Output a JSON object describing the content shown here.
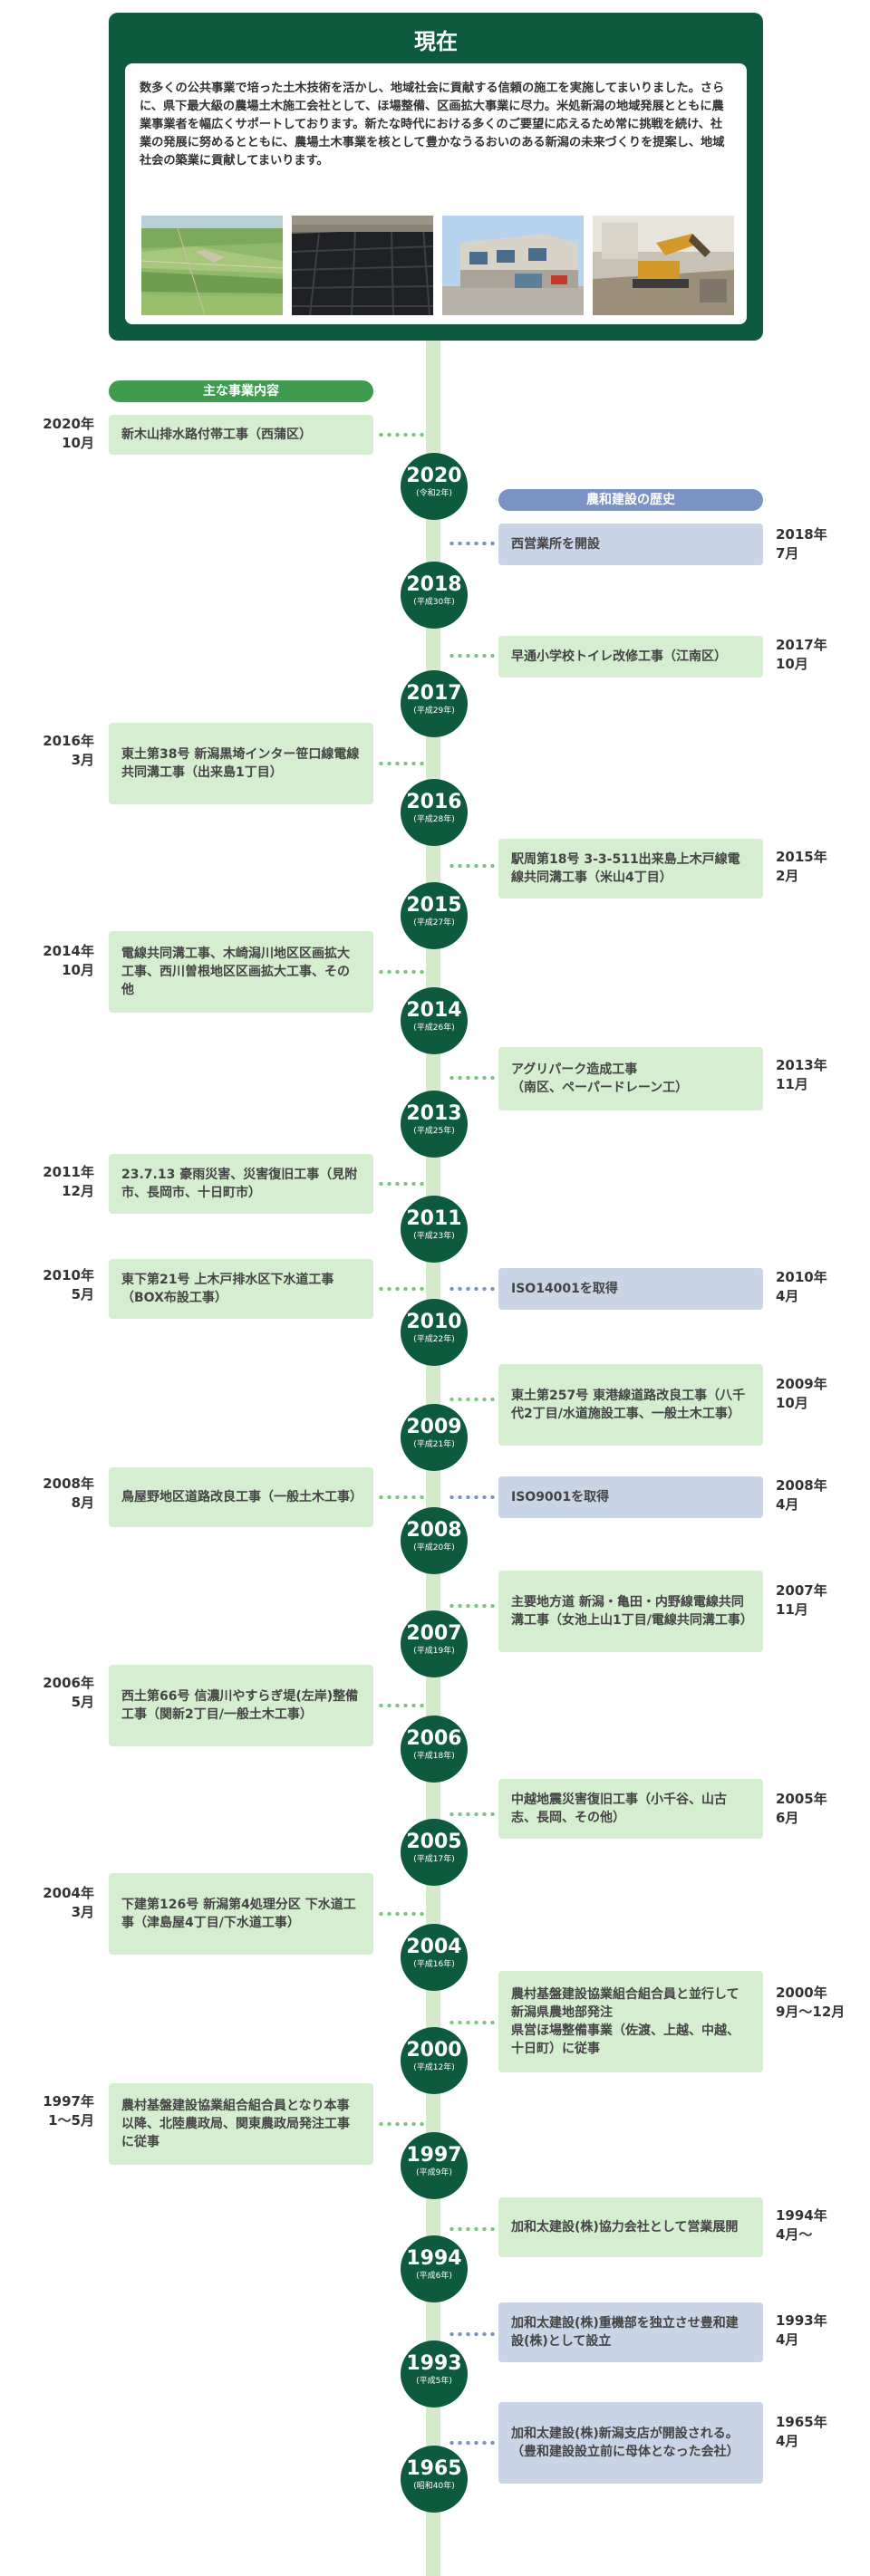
{
  "top": {
    "title": "現在",
    "text": "数多くの公共事業で培った土木技術を活かし、地域社会に貢献する信頼の施工を実施してまいりました。さらに、県下最大級の農場土木施工会社として、ほ場整備、区画拡大事業に尽力。米処新潟の地域発展とともに農業事業者を幅広くサポートしております。新たな時代における多くのご要望に応えるため常に挑戦を続け、社業の発展に努めるとともに、農場土木事業を核として豊かなうるおいのある新潟の未来づくりを提案し、地域社会の築業に貢献してまいります。"
  },
  "headers": {
    "left": "主な事業内容",
    "right": "農和建設の歴史"
  },
  "years": [
    {
      "year": "2020",
      "era": "(令和2年)"
    },
    {
      "year": "2018",
      "era": "(平成30年)"
    },
    {
      "year": "2017",
      "era": "(平成29年)"
    },
    {
      "year": "2016",
      "era": "(平成28年)"
    },
    {
      "year": "2015",
      "era": "(平成27年)"
    },
    {
      "year": "2014",
      "era": "(平成26年)"
    },
    {
      "year": "2013",
      "era": "(平成25年)"
    },
    {
      "year": "2011",
      "era": "(平成23年)"
    },
    {
      "year": "2010",
      "era": "(平成22年)"
    },
    {
      "year": "2009",
      "era": "(平成21年)"
    },
    {
      "year": "2008",
      "era": "(平成20年)"
    },
    {
      "year": "2007",
      "era": "(平成19年)"
    },
    {
      "year": "2006",
      "era": "(平成18年)"
    },
    {
      "year": "2005",
      "era": "(平成17年)"
    },
    {
      "year": "2004",
      "era": "(平成16年)"
    },
    {
      "year": "2000",
      "era": "(平成12年)"
    },
    {
      "year": "1997",
      "era": "(平成9年)"
    },
    {
      "year": "1994",
      "era": "(平成6年)"
    },
    {
      "year": "1993",
      "era": "(平成5年)"
    },
    {
      "year": "1965",
      "era": "(昭和40年)"
    }
  ],
  "left_events": [
    {
      "date": "2020年\n10月",
      "text": "新木山排水路付帯工事（西蒲区）"
    },
    {
      "date": "2016年\n3月",
      "text": "東土第38号 新潟黒埼インター笹口線電線共同溝工事（出来島1丁目）"
    },
    {
      "date": "2014年\n10月",
      "text": "電線共同溝工事、木崎潟川地区区画拡大工事、西川曽根地区区画拡大工事、その他"
    },
    {
      "date": "2011年\n12月",
      "text": "23.7.13 豪雨災害、災害復旧工事（見附市、長岡市、十日町市）"
    },
    {
      "date": "2010年\n5月",
      "text": "東下第21号 上木戸排水区下水道工事（BOX布設工事）"
    },
    {
      "date": "2008年\n8月",
      "text": "鳥屋野地区道路改良工事（一般土木工事）"
    },
    {
      "date": "2006年\n5月",
      "text": "西土第66号 信濃川やすらぎ堤(左岸)整備工事（関新2丁目/一般土木工事）"
    },
    {
      "date": "2004年\n3月",
      "text": "下建第126号 新潟第4処理分区 下水道工事（津島屋4丁目/下水道工事）"
    },
    {
      "date": "1997年\n1～5月",
      "text": "農村基盤建設協業組合組合員となり本事以降、北陸農政局、関東農政局発注工事に従事"
    }
  ],
  "right_events": [
    {
      "date": "2018年\n7月",
      "text": "西営業所を開設",
      "kind": "history"
    },
    {
      "date": "2017年\n10月",
      "text": "早通小学校トイレ改修工事（江南区）",
      "kind": "work"
    },
    {
      "date": "2015年\n2月",
      "text": "駅周第18号 3-3-511出来島上木戸線電線共同溝工事（米山4丁目）",
      "kind": "work"
    },
    {
      "date": "2013年\n11月",
      "text": "アグリパーク造成工事\n（南区、ペーパードレーン工）",
      "kind": "work"
    },
    {
      "date": "2010年\n4月",
      "text": "ISO14001を取得",
      "kind": "history"
    },
    {
      "date": "2009年\n10月",
      "text": "東土第257号 東港線道路改良工事（八千代2丁目/水道施設工事、一般土木工事）",
      "kind": "work"
    },
    {
      "date": "2008年\n4月",
      "text": "ISO9001を取得",
      "kind": "history"
    },
    {
      "date": "2007年\n11月",
      "text": "主要地方道 新潟・亀田・内野線電線共同溝工事（女池上山1丁目/電線共同溝工事）",
      "kind": "work"
    },
    {
      "date": "2005年\n6月",
      "text": "中越地震災害復旧工事（小千谷、山古志、長岡、その他）",
      "kind": "work"
    },
    {
      "date": "2000年\n9月～12月",
      "text": "農村基盤建設協業組合組合員と並行して新潟県農地部発注\n県営ほ場整備事業（佐渡、上越、中越、十日町）に従事",
      "kind": "work"
    },
    {
      "date": "1994年\n4月～",
      "text": "加和太建設(株)協力会社として営業展開",
      "kind": "work"
    },
    {
      "date": "1993年\n4月",
      "text": "加和太建設(株)重機部を独立させ豊和建設(株)として設立",
      "kind": "history"
    },
    {
      "date": "1965年\n4月",
      "text": "加和太建設(株)新潟支店が開設される。（豊和建設設立前に母体となった会社）",
      "kind": "history"
    }
  ],
  "colors": {
    "dark_green": "#0e5a3e",
    "light_green": "#d4eecf",
    "line_green": "#d4eacb",
    "blue_pill": "#7b93c4",
    "light_blue": "#c9d4e6",
    "header_green": "#3e9b4f"
  },
  "photos": [
    "rice-field-aerial-photo",
    "drainage-mat-construction-photo",
    "office-building-photo",
    "excavator-worksite-photo"
  ]
}
